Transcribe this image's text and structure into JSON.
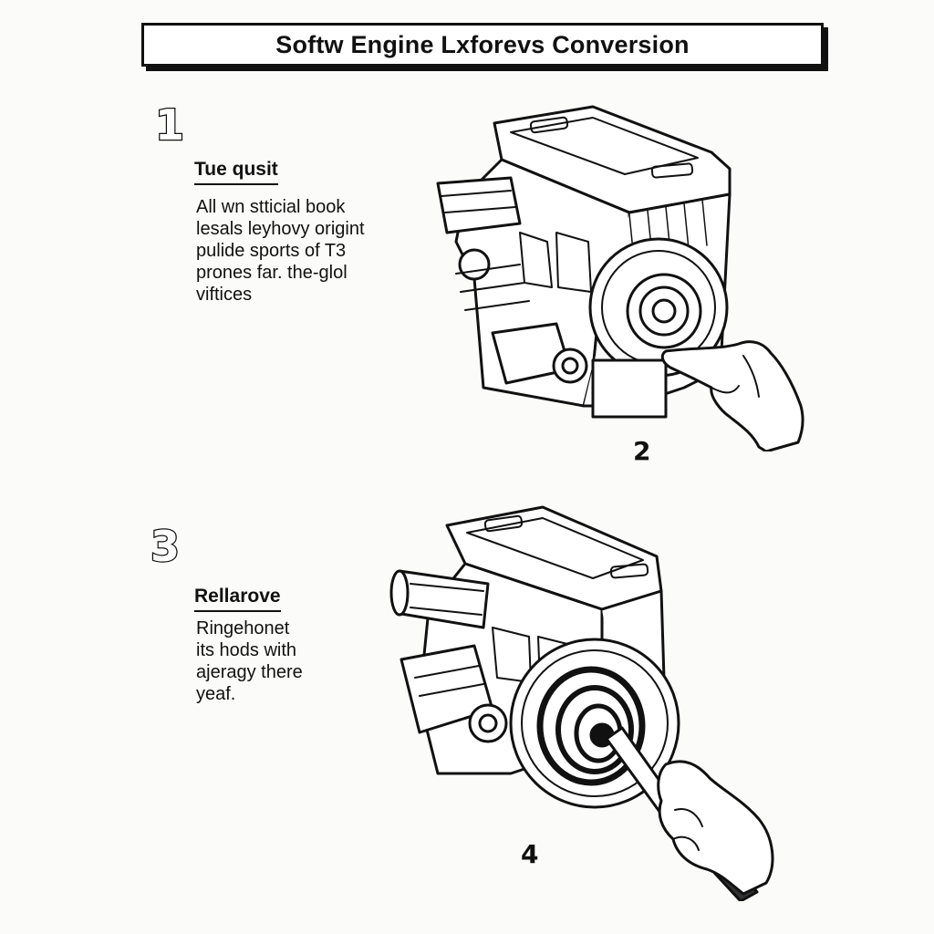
{
  "title": "Softw Engine Lxforevs Conversion",
  "steps": [
    {
      "number": "1",
      "heading": "Tue qusit",
      "lines": [
        "All wn stticial book",
        "lesals leyhovy origint",
        "pulide sports of T3",
        "prones far.  the-glol",
        "viftices"
      ]
    },
    {
      "number": "2"
    },
    {
      "number": "3",
      "heading": "Rellarove",
      "lines": [
        "Ringehonet",
        "its hods with",
        "ajeragy there",
        "yeaf."
      ]
    },
    {
      "number": "4"
    }
  ],
  "illustrations": [
    {
      "icon": "engine-with-hand-icon"
    },
    {
      "icon": "engine-with-screwdriver-icon"
    }
  ]
}
